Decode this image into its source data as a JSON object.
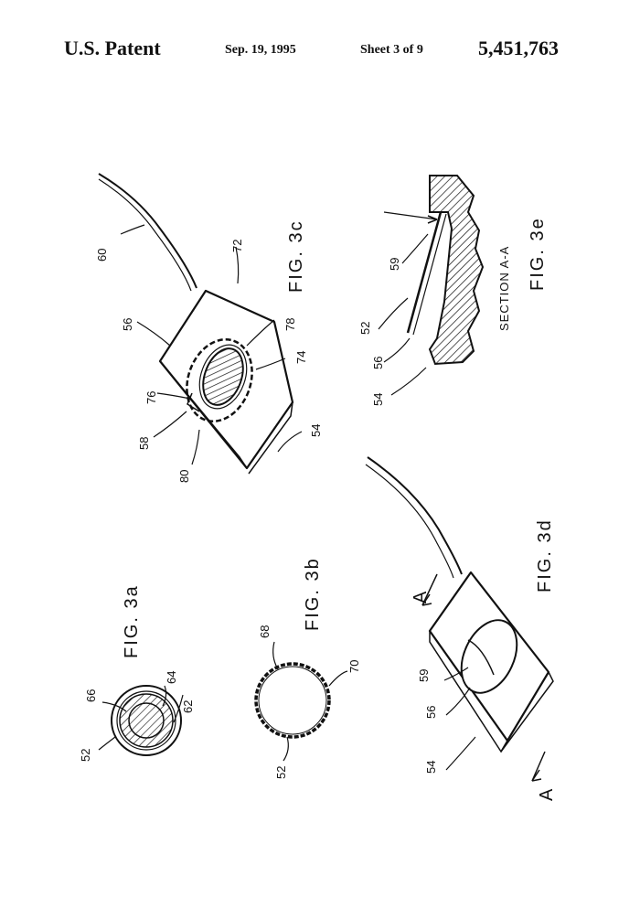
{
  "header": {
    "title": "U.S. Patent",
    "date": "Sep. 19, 1995",
    "sheet": "Sheet 3 of 9",
    "patent_number": "5,451,763"
  },
  "figures": {
    "fig3a": "FIG. 3a",
    "fig3b": "FIG. 3b",
    "fig3c": "FIG. 3c",
    "fig3d": "FIG. 3d",
    "fig3e": "FIG. 3e",
    "section": "SECTION A-A"
  },
  "refs": {
    "r52a": "52",
    "r66": "66",
    "r64": "64",
    "r62": "62",
    "r68": "68",
    "r70": "70",
    "r52b": "52",
    "r60": "60",
    "r72": "72",
    "r56c": "56",
    "r78": "78",
    "r74": "74",
    "r76": "76",
    "r58": "58",
    "r80": "80",
    "r54c": "54",
    "r59e": "59",
    "r52e": "52",
    "r56e": "56",
    "r54e": "54",
    "r59d": "59",
    "r56d": "56",
    "r54d": "54",
    "arrowA1": "A",
    "arrowA2": "A"
  }
}
